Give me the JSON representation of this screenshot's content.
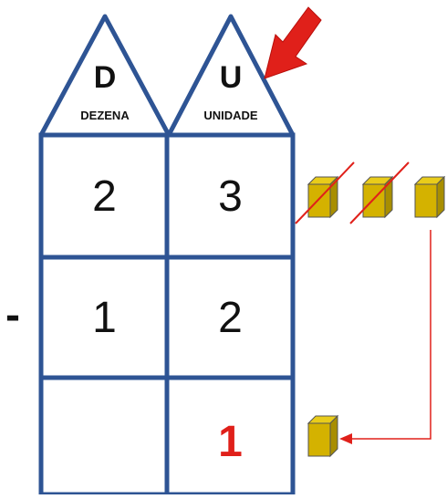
{
  "columns": [
    {
      "letter": "D",
      "name": "DEZENA"
    },
    {
      "letter": "U",
      "name": "UNIDADE"
    }
  ],
  "rows": {
    "minuend": {
      "tens": "2",
      "units": "3"
    },
    "subtrahend": {
      "tens": "1",
      "units": "2"
    },
    "result": {
      "tens": "",
      "units": "1"
    }
  },
  "operator": "-",
  "cubes": {
    "top_row_count": 3,
    "crossed_out": 2,
    "result_count": 1
  },
  "colors": {
    "table_border": "#2e5494",
    "result_text": "#e0201a",
    "arrow": "#e0201a",
    "cube_face": "#d4b200",
    "cube_top": "#e9cc1a",
    "cube_side": "#a88e00",
    "connector": "#e0201a"
  },
  "icons": [
    "cube-icon",
    "strike-line",
    "pointer-arrow-icon",
    "connector-arrow-icon"
  ]
}
